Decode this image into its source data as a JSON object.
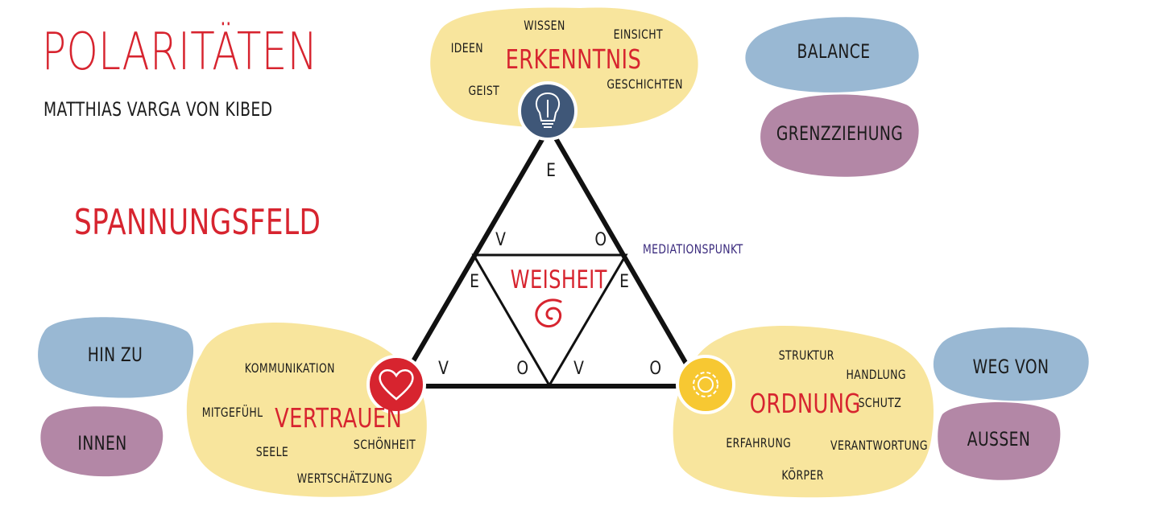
{
  "title": "POLARITÄTEN",
  "subtitle": "MATTHIAS VARGA VON KIBED",
  "field_label": "SPANNUNGSFELD",
  "mediation_label": "MEDIATIONSPUNKT",
  "center": {
    "label": "WEISHEIT",
    "icon": "spiral-icon"
  },
  "nodes": {
    "top": {
      "label": "ERKENNTNIS",
      "icon": "lightbulb-icon",
      "color": "#3f5778",
      "words": [
        "WISSEN",
        "EINSICHT",
        "IDEEN",
        "GEIST",
        "GESCHICHTEN"
      ]
    },
    "left": {
      "label": "VERTRAUEN",
      "icon": "heart-icon",
      "color": "#d7242f",
      "words": [
        "KOMMUNIKATION",
        "MITGEFÜHL",
        "SEELE",
        "SCHÖNHEIT",
        "WERTSCHÄTZUNG"
      ]
    },
    "right": {
      "label": "ORDNUNG",
      "icon": "gear-icon",
      "color": "#f7c832",
      "words": [
        "STRUKTUR",
        "HANDLUNG",
        "SCHUTZ",
        "ERFAHRUNG",
        "VERANTWORTUNG",
        "KÖRPER"
      ]
    }
  },
  "letters": {
    "top_e": "E",
    "left_v": "V",
    "left_o": "O",
    "mid_left_e": "E",
    "mid_right_e": "E",
    "bottom_left_v": "V",
    "bottom_left_o": "O",
    "bottom_right_v": "V",
    "bottom_right_o": "O"
  },
  "blobs": {
    "balance": "BALANCE",
    "grenzziehung": "GRENZZIEHUNG",
    "hin_zu": "HIN ZU",
    "innen": "INNEN",
    "weg_von": "WEG VON",
    "aussen": "AUSSEN"
  },
  "colors": {
    "blue_blob": "#99b8d3",
    "purple_blob": "#b387a6",
    "yellow_blob": "#f8e59d",
    "accent_red": "#d7242f"
  }
}
